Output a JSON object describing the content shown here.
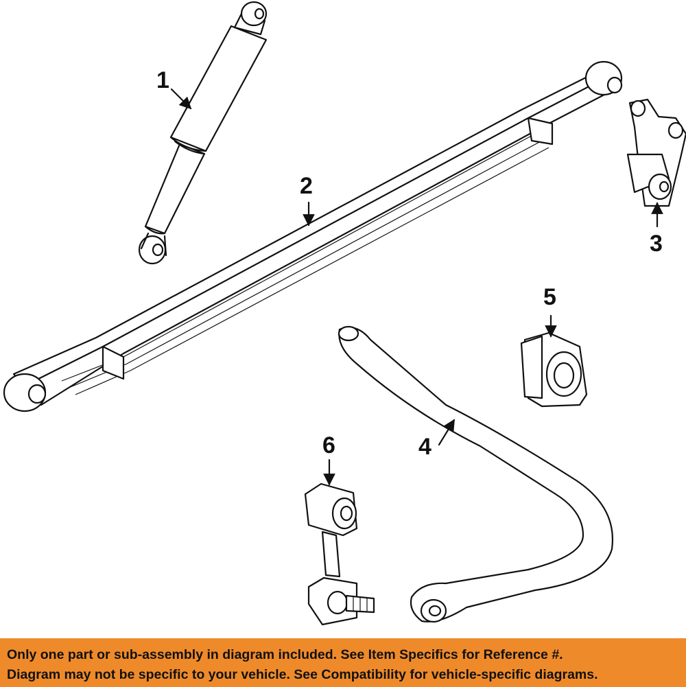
{
  "diagram": {
    "callouts": [
      "1",
      "2",
      "3",
      "4",
      "5",
      "6"
    ]
  },
  "footer": {
    "line1": "Only one part or sub-assembly in diagram included. See Item Specifics for Reference #.",
    "line2": "Diagram may not be specific to your vehicle. See Compatibility for vehicle-specific diagrams."
  },
  "colors": {
    "footer_background": "#ef8a2b",
    "line_art": "#111111"
  }
}
